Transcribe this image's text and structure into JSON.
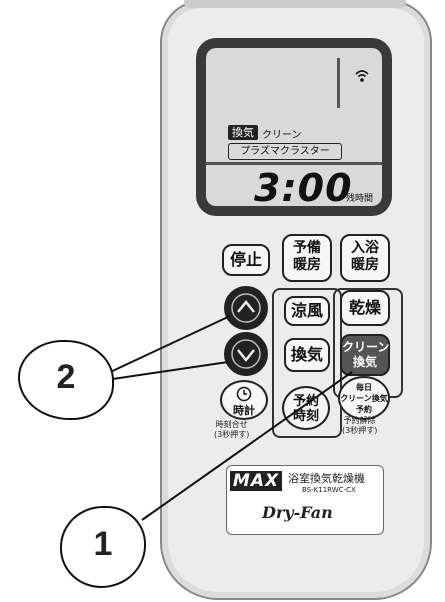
{
  "device": {
    "brand": "MAX",
    "product_name": "浴室換気乾燥機",
    "model_number": "BS-K11RWC-CX",
    "series": "Dry-Fan"
  },
  "display": {
    "mode_badge": "換気",
    "mode_sub": "クリーン",
    "plasma_label": "プラズマクラスター",
    "time": "3:00",
    "remaining_label": "残時間",
    "signal_icon": "wifi-icon"
  },
  "buttons": {
    "stop": "停止",
    "preheat": "予備\n暖房",
    "bath_heat": "入浴\n暖房",
    "cool": "涼風",
    "dry": "乾燥",
    "vent": "換気",
    "clean_vent": "クリーン\n換気",
    "timer": "予約\n時刻",
    "clock": "時計",
    "daily": "毎日\nクリーン換気\n予約",
    "up_icon": "chevron-up-icon",
    "down_icon": "chevron-down-icon"
  },
  "labels": {
    "clock_set": "時刻合せ\n(3秒押す)",
    "cancel": "予約解除\n(3秒押す)"
  },
  "callouts": {
    "one": "1",
    "two": "2"
  }
}
